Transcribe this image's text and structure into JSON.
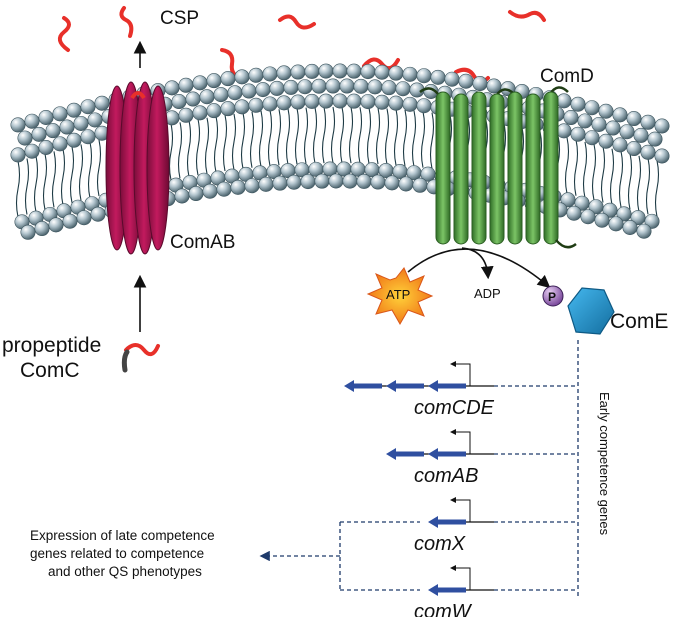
{
  "labels": {
    "csp": "CSP",
    "comd": "ComD",
    "comab": "ComAB",
    "propeptide_line1": "propeptide",
    "propeptide_line2": "ComC",
    "atp": "ATP",
    "adp": "ADP",
    "phospho": "P",
    "come": "ComE",
    "early_genes": "Early competence genes",
    "late_line1": "Expression of late competence",
    "late_line2": "genes related to competence",
    "late_line3": "and other QS phenotypes"
  },
  "genes": [
    {
      "name": "comCDE",
      "arrows": 3
    },
    {
      "name": "comAB",
      "arrows": 2
    },
    {
      "name": "comX",
      "arrows": 1
    },
    {
      "name": "comW",
      "arrows": 1
    }
  ],
  "colors": {
    "peptide": "#e8302a",
    "lipid_head": "#a9bcc6",
    "lipid_tail": "#1d3a44",
    "comab": "#a3134f",
    "comd": "#4a9a3c",
    "atp": "#f39a1e",
    "come": "#1f8fc8",
    "phosphate": "#8a5aa8",
    "gene_arrow": "#2f4fa0",
    "dashed": "#1e3a6a"
  }
}
